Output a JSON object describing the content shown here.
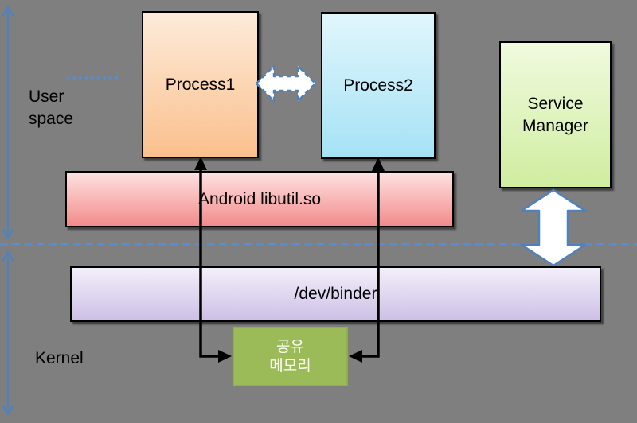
{
  "canvas": {
    "background": "#7f7f7f"
  },
  "labels": {
    "user_space": "User\nspace",
    "kernel": "Kernel"
  },
  "boxes": {
    "process1": {
      "label": "Process1",
      "fill_top": "#fdebda",
      "fill_bottom": "#fac08d"
    },
    "process2": {
      "label": "Process2",
      "fill_top": "#e1f6fc",
      "fill_bottom": "#a5e2f5"
    },
    "service_manager": {
      "label": "Service\nManager",
      "fill_top": "#f0fadf",
      "fill_bottom": "#d0eda0"
    },
    "libutil": {
      "label": "Android libutil.so",
      "fill_top": "#fde2e1",
      "fill_bottom": "#f38b8b"
    },
    "binder": {
      "label": "/dev/binder",
      "fill_top": "#f3effa",
      "fill_bottom": "#cdc0e6"
    },
    "shared_memory": {
      "label": "공유\n메모리",
      "fill": "#9bbb59",
      "border_color": "#8fae4d",
      "text_color": "#ffffff"
    }
  },
  "arrows": {
    "accent_blue": "#4f81bd",
    "boundary_blue": "#558ed5",
    "black": "#000000",
    "white_fill": "#ffffff",
    "user_space_extent": "vertical-double-arrow",
    "kernel_extent": "vertical-double-arrow",
    "boundary_line": "horizontal-dashed-line",
    "dotted_marker": "short-dotted-line",
    "process1_process2": "bidirectional-horizontal-block-arrow",
    "service_manager_binder": "bidirectional-vertical-block-arrow",
    "process1_shared_memory": "elbow-arrow-down-then-right",
    "process2_shared_memory": "elbow-arrow-down-then-left"
  }
}
